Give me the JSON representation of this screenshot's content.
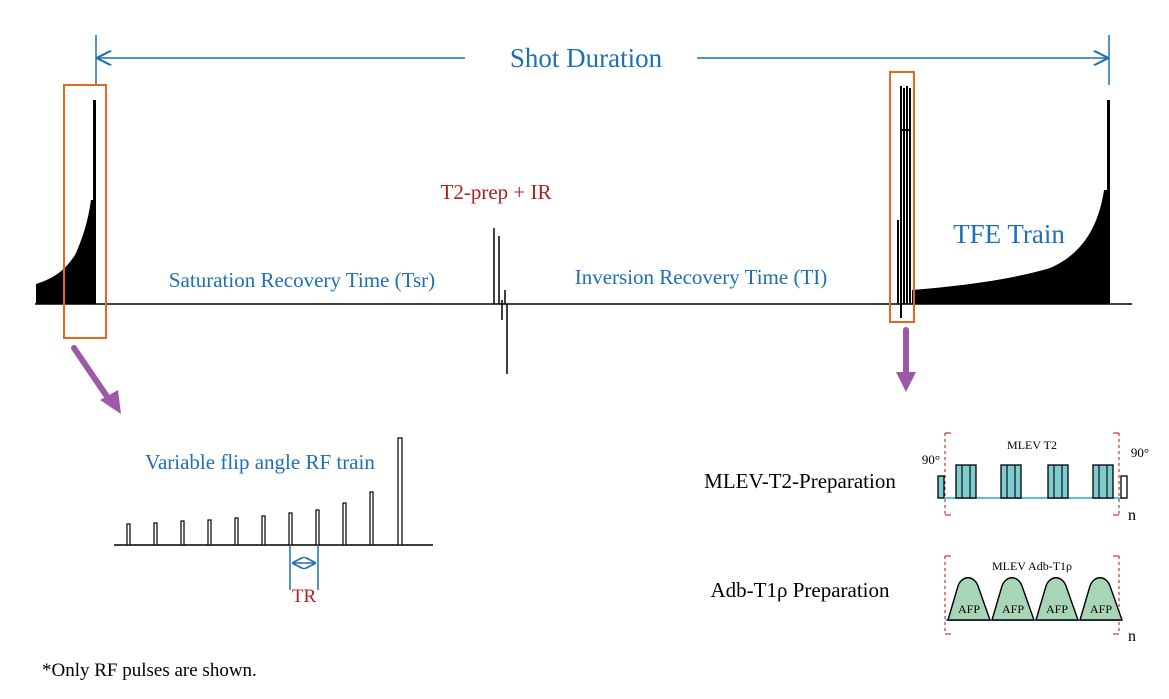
{
  "title": "Shot Duration",
  "labels": {
    "t2prep_ir": "T2-prep + IR",
    "saturation_recovery": "Saturation Recovery Time (Tsr)",
    "inversion_recovery": "Inversion Recovery Time (TI)",
    "tfe_train": "TFE Train",
    "vfa_rf_train": "Variable flip angle RF train",
    "tr": "TR",
    "mlev_t2_prep": "MLEV-T2-Preparation",
    "adb_t1rho_prep": "Adb-T1ρ Preparation",
    "mlev_t2": "MLEV T2",
    "mlev_adb_t1rho": "MLEV Adb-T1ρ",
    "ninety_left": "90°",
    "ninety_right": "90°",
    "n_top": "n",
    "n_bottom": "n",
    "afp": [
      "AFP",
      "AFP",
      "AFP",
      "AFP"
    ],
    "footnote": "*Only RF pulses are shown."
  },
  "colors": {
    "blue_text": "#1f6fb5",
    "red_text": "#b32020",
    "orange_box": "#e26a1e",
    "purple_arrow": "#9b59a8",
    "teal_block": "#7ecbd0",
    "green_afp": "#a8d5b8",
    "dashed_red": "#c0392b"
  },
  "icons": [
    "double-headed-arrow",
    "down-arrow",
    "highlight-box"
  ]
}
